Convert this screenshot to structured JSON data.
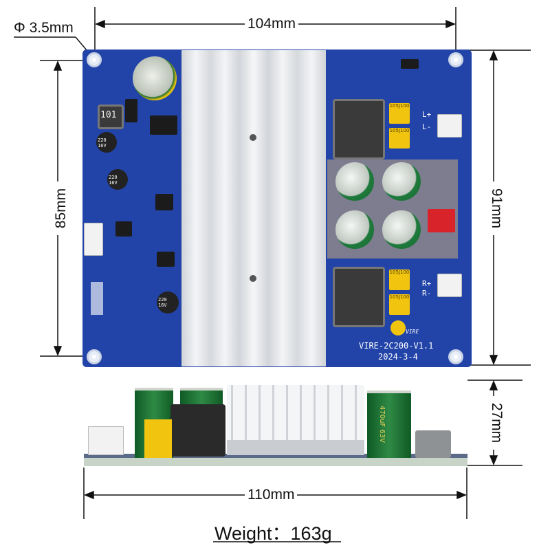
{
  "dimensions": {
    "hole_diameter": "Φ 3.5mm",
    "board_width": "104mm",
    "board_height_inner": "85mm",
    "board_height_outer": "91mm",
    "height_side": "27mm",
    "length_side": "110mm"
  },
  "weight_label": "Weight：163g",
  "board_marking": {
    "model": "VIRE-2C200-V1.1",
    "date": "2024-3-4",
    "brand": "VIRE"
  },
  "component_labels": {
    "inductor_code": "101",
    "cap_small_1": "220 16V",
    "cap_small_2": "220 16V",
    "cap_small_3": "220 16V",
    "film_cap": "105J100",
    "side_cap": "470uF 63V",
    "channel_l_plus": "L+",
    "channel_l_minus": "L-",
    "channel_r_plus": "R+",
    "channel_r_minus": "R-"
  },
  "colors": {
    "pcb_blue": "#2244a8",
    "dimension_line": "#111111",
    "film_cap_yellow": "#f1c40f",
    "connector_red": "#d8232a"
  }
}
